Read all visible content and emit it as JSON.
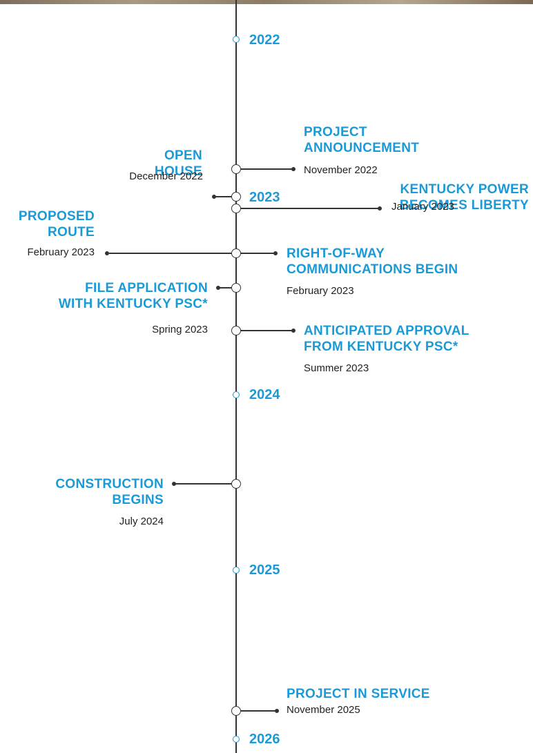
{
  "years": [
    "2022",
    "2023",
    "2024",
    "2025",
    "2026"
  ],
  "events": [
    {
      "title": [
        "PROJECT",
        "ANNOUNCEMENT"
      ],
      "date": "November 2022"
    },
    {
      "title": [
        "OPEN",
        "HOUSE"
      ],
      "date": "December 2022"
    },
    {
      "title": [
        "KENTUCKY POWER",
        "BECOMES LIBERTY"
      ],
      "date": "January 2023"
    },
    {
      "title": [
        "PROPOSED",
        "ROUTE"
      ],
      "date": "February 2023"
    },
    {
      "title": [
        "RIGHT-OF-WAY",
        "COMMUNICATIONS BEGIN"
      ],
      "date": "February 2023"
    },
    {
      "title": [
        "FILE APPLICATION",
        "WITH KENTUCKY PSC*"
      ],
      "date": "Spring 2023"
    },
    {
      "title": [
        "ANTICIPATED APPROVAL",
        "FROM KENTUCKY PSC*"
      ],
      "date": "Summer 2023"
    },
    {
      "title": [
        "CONSTRUCTION",
        "BEGINS"
      ],
      "date": "July 2024"
    },
    {
      "title": [
        "PROJECT IN SERVICE"
      ],
      "date": "November 2025"
    }
  ],
  "colors": {
    "accent": "#1a9ad6",
    "line": "#333333",
    "text": "#222222"
  }
}
